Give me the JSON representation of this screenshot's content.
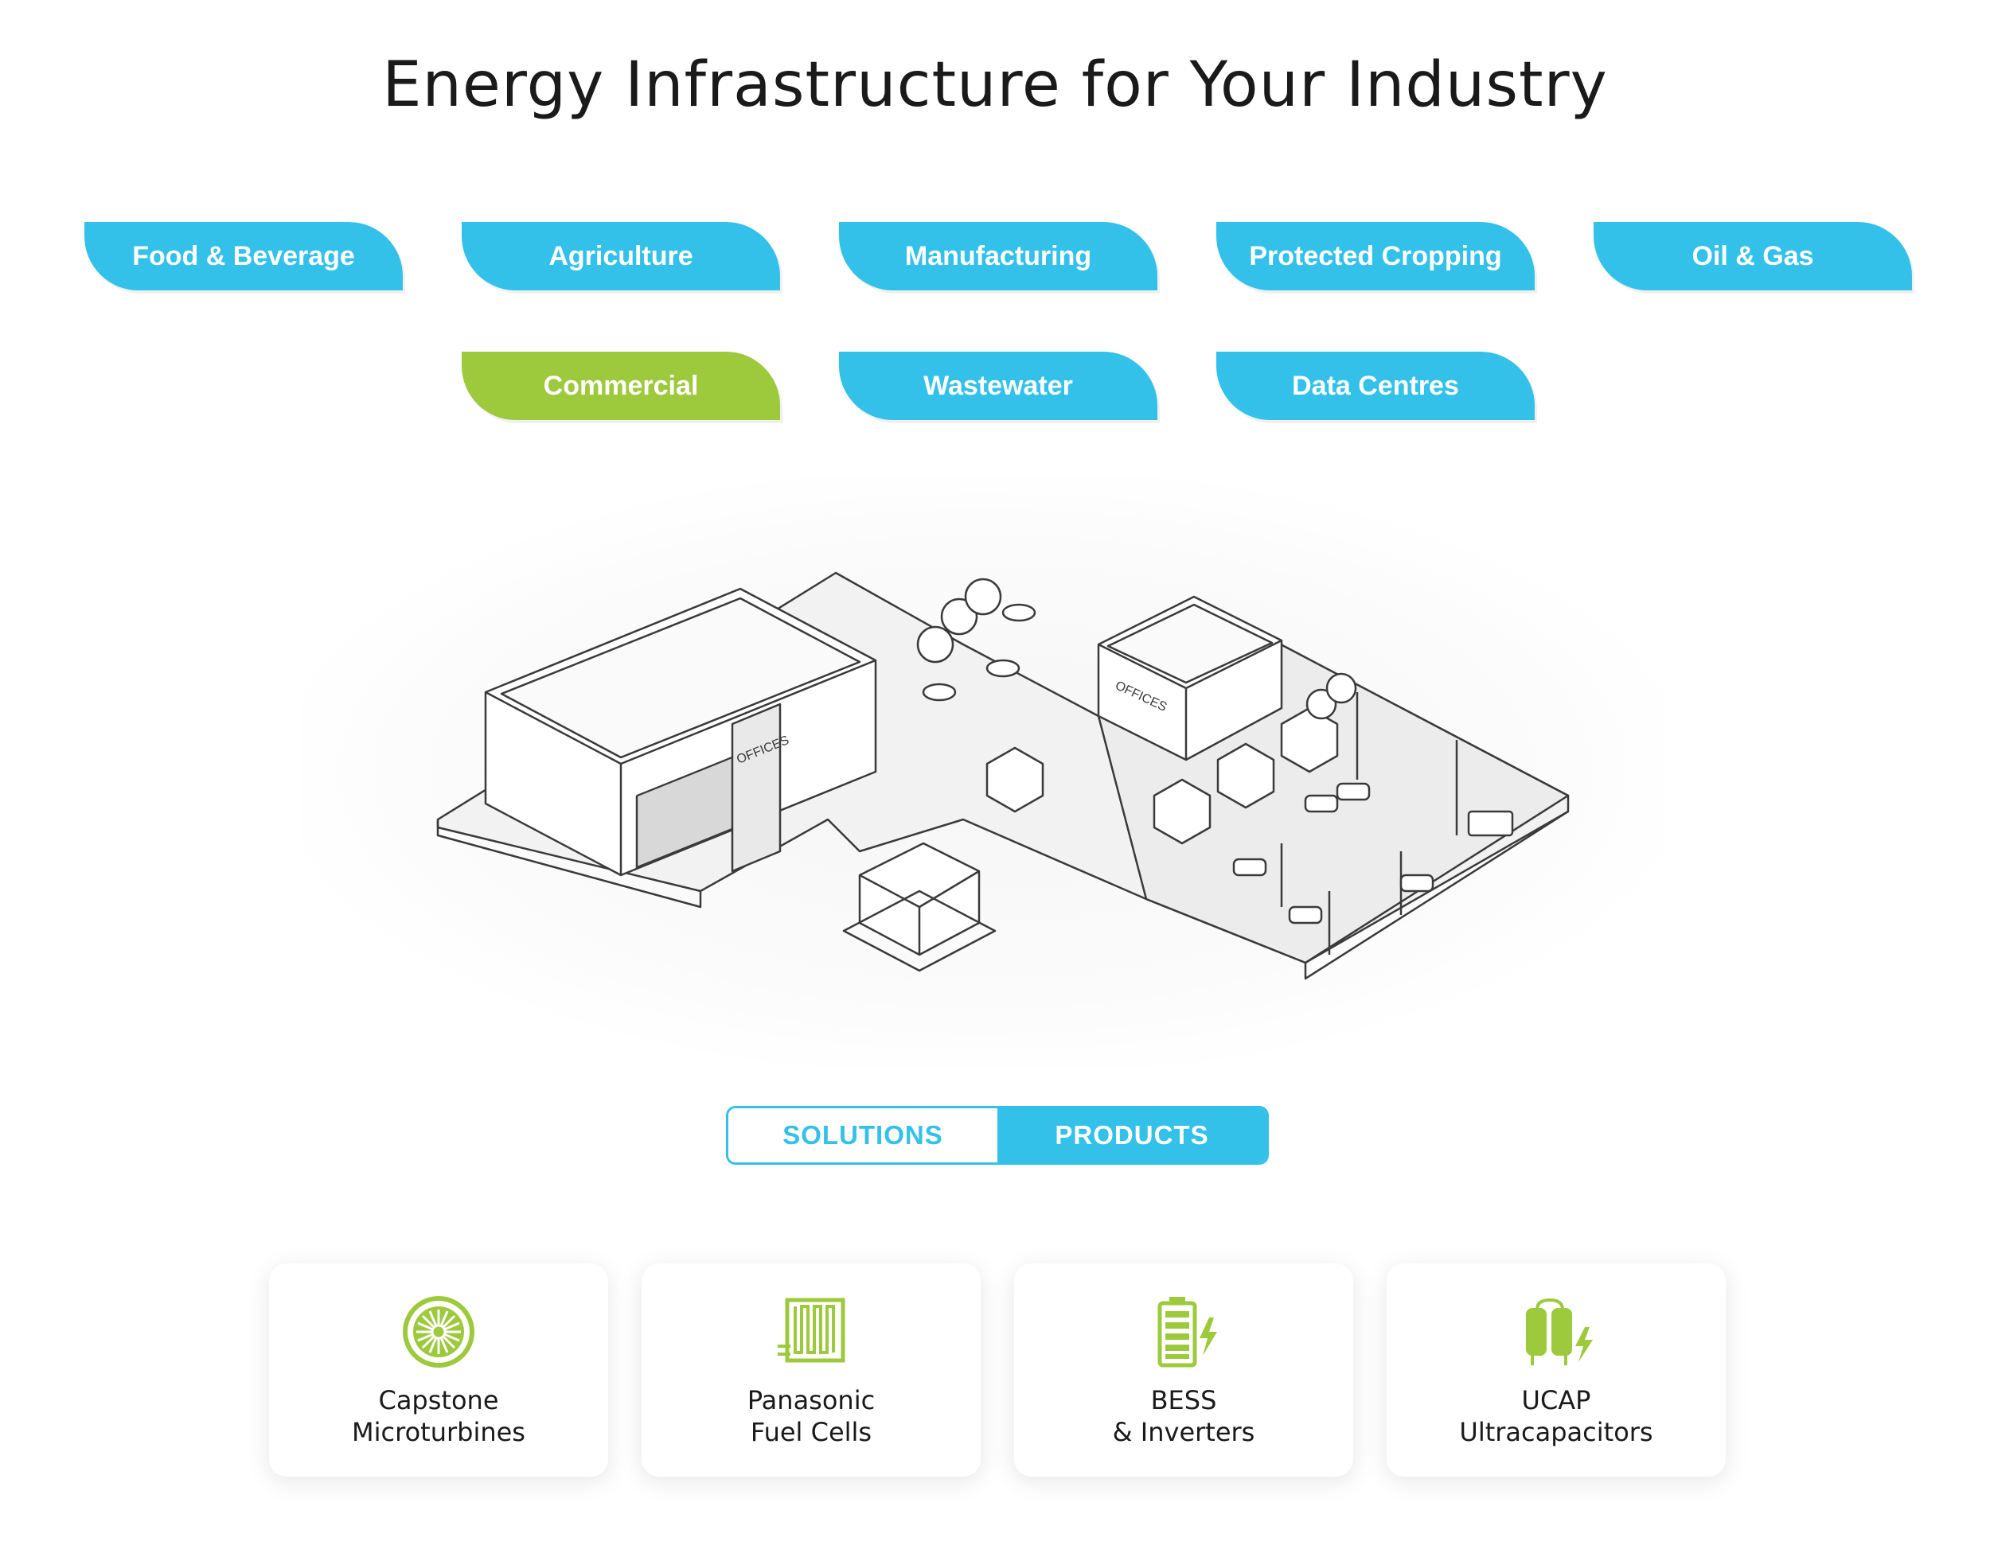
{
  "page": {
    "title": "Energy Infrastructure for Your Industry"
  },
  "colors": {
    "accent": "#33c1ea",
    "active": "#9dca3c",
    "icon": "#9dca3c"
  },
  "industry_tabs": [
    {
      "label": "Food & Beverage",
      "active": false
    },
    {
      "label": "Agriculture",
      "active": false
    },
    {
      "label": "Manufacturing",
      "active": false
    },
    {
      "label": "Protected Cropping",
      "active": false
    },
    {
      "label": "Oil & Gas",
      "active": false
    },
    {
      "label": "Commercial",
      "active": true
    },
    {
      "label": "Wastewater",
      "active": false
    },
    {
      "label": "Data Centres",
      "active": false
    }
  ],
  "scene": {
    "building_labels": [
      "OFFICES",
      "OFFICES"
    ]
  },
  "view_toggle": {
    "solutions_label": "SOLUTIONS",
    "products_label": "PRODUCTS",
    "selected": "PRODUCTS"
  },
  "products": [
    {
      "line1": "Capstone",
      "line2": "Microturbines",
      "icon": "microturbine-icon"
    },
    {
      "line1": "Panasonic",
      "line2": "Fuel Cells",
      "icon": "fuel-cell-icon"
    },
    {
      "line1": "BESS",
      "line2": "& Inverters",
      "icon": "battery-icon"
    },
    {
      "line1": "UCAP",
      "line2": "Ultracapacitors",
      "icon": "ultracapacitor-icon"
    }
  ]
}
